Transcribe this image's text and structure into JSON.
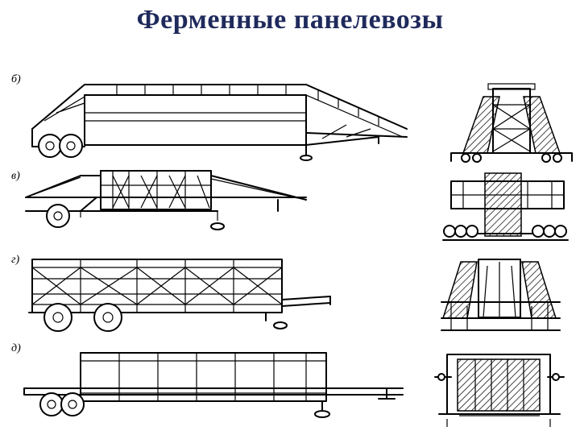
{
  "slide": {
    "title": "Ферменные панелевозы"
  },
  "figures": [
    {
      "label": "б)"
    },
    {
      "label": "в)"
    },
    {
      "label": "г)"
    },
    {
      "label": "д)"
    }
  ]
}
